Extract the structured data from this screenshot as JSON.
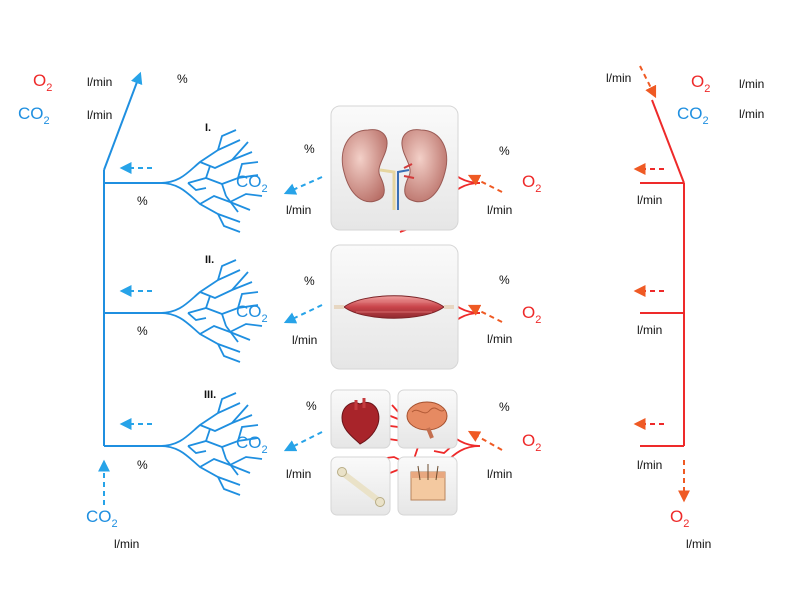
{
  "colors": {
    "venous": "#1f8fe0",
    "arterial": "#ee2a2a",
    "venous_arrow": "#27a3e8",
    "arterial_arrow": "#ef5a24",
    "text": "#111111",
    "tile": "#f3f3f3"
  },
  "gases": {
    "o2": "O",
    "co2": "CO",
    "sub": "2"
  },
  "units": {
    "flow": "l/min",
    "percent": "%"
  },
  "sections": [
    "I.",
    "II.",
    "III."
  ],
  "icons": {
    "row1": "kidneys-icon",
    "row2": "muscle-icon",
    "row3": [
      "heart-icon",
      "brain-icon",
      "bone-icon",
      "skin-icon"
    ]
  }
}
